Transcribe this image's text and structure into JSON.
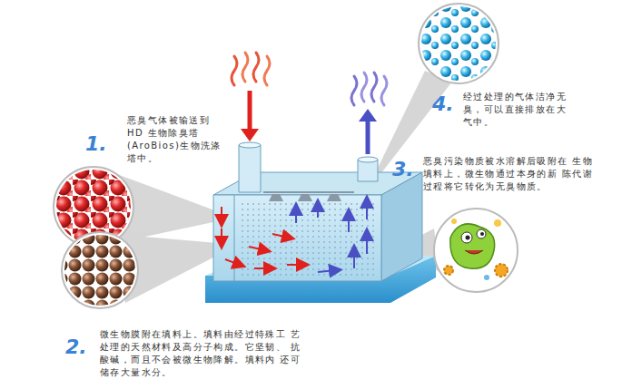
{
  "diagram": {
    "labels": [
      "1.",
      "恶臭气体被输送到 HD 生物除臭塔 (AroBios)生物洗涤 塔中。",
      "2.",
      "微生物膜附在填料上。填料由经过特殊工 艺处理的天然材料及高分子构成。它坚韧、 抗酸碱，而且不会被微生物降解。填料内 还可储存大量水分。",
      "3.",
      "恶臭污染物质被水溶解后吸附在 生物填料上，微生物通过本身的新 陈代谢过程将它转化为无臭物质。",
      "4.",
      "经过处理的气体洁净无 臭，可以直接排放在大 气中。"
    ]
  }
}
